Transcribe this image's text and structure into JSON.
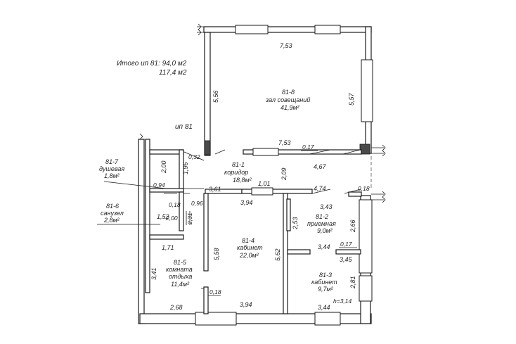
{
  "totals": {
    "line1": "Итого ип 81: 94,0 м2",
    "line2": "117,4 м2"
  },
  "unit_label": "ип 81",
  "height_label": "h=3,14",
  "rooms": [
    {
      "code": "81-8",
      "name": "зал совещаний",
      "area": "41,9м²"
    },
    {
      "code": "81-1",
      "name": "коридор",
      "area": "18,8м²"
    },
    {
      "code": "81-7",
      "name": "душевая",
      "area": "1,8м²"
    },
    {
      "code": "81-6",
      "name": "санузел",
      "area": "2,8м²"
    },
    {
      "code": "81-2",
      "name": "приемная",
      "area": "9,0м²"
    },
    {
      "code": "81-4",
      "name": "кабинет",
      "area": "22,0м²"
    },
    {
      "code": "81-5",
      "name": "комната",
      "name2": "отдыха",
      "area": "11,4м²"
    },
    {
      "code": "81-3",
      "name": "кабинет",
      "area": "9,7м²"
    }
  ],
  "dims": {
    "d753_top": "7,53",
    "d556": "5,56",
    "d557": "5,57",
    "d753_mid": "7,53",
    "d017_top": "0,17",
    "d032": "0,32",
    "d467": "4,67",
    "d200_a": "2,00",
    "d196": "1,96",
    "d209": "2,09",
    "d094": "0,94",
    "d018_a": "0,18",
    "d096": "0,96",
    "d361": "3,61",
    "d101": "1,01",
    "d474": "4,74",
    "d018_b": "0,18",
    "d394_a": "3,94",
    "d343": "3,43",
    "d152": "1,52",
    "d200_b": "2,00",
    "d231": "2,31",
    "d253": "2,53",
    "d266": "2,66",
    "d171": "1,71",
    "d558": "5,58",
    "d562": "5,62",
    "d344_a": "3,44",
    "d017_b": "0,17",
    "d345": "3,45",
    "d341": "3,41",
    "d018_c": "0,18",
    "d281": "2,81",
    "d268": "2,68",
    "d394_b": "3,94",
    "d344_b": "3,44"
  }
}
